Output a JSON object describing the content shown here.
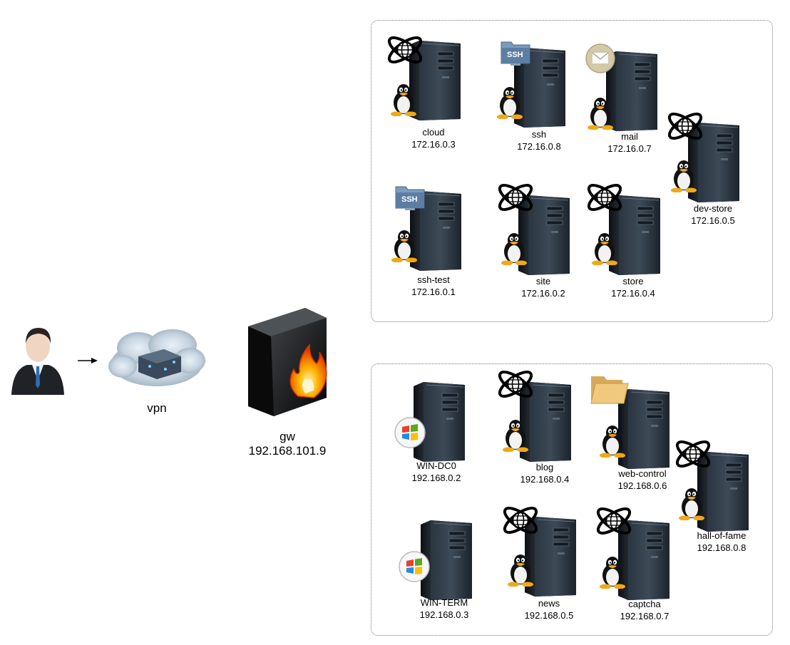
{
  "user": {
    "icon": "user-businessman-icon"
  },
  "vpn": {
    "name": "vpn",
    "icon": "vpn-cloud-icon"
  },
  "gw": {
    "name": "gw",
    "ip": "192.168.101.9",
    "icon": "firewall-icon"
  },
  "network_172": {
    "hosts": [
      {
        "id": "cloud",
        "name": "cloud",
        "ip": "172.16.0.3",
        "os": "linux",
        "service": "web"
      },
      {
        "id": "ssh",
        "name": "ssh",
        "ip": "172.16.0.8",
        "os": "linux",
        "service": "ssh"
      },
      {
        "id": "mail",
        "name": "mail",
        "ip": "172.16.0.7",
        "os": "linux",
        "service": "mail"
      },
      {
        "id": "dev-store",
        "name": "dev-store",
        "ip": "172.16.0.5",
        "os": "linux",
        "service": "web"
      },
      {
        "id": "ssh-test",
        "name": "ssh-test",
        "ip": "172.16.0.1",
        "os": "linux",
        "service": "ssh"
      },
      {
        "id": "site",
        "name": "site",
        "ip": "172.16.0.2",
        "os": "linux",
        "service": "web"
      },
      {
        "id": "store",
        "name": "store",
        "ip": "172.16.0.4",
        "os": "linux",
        "service": "web"
      }
    ]
  },
  "network_192": {
    "hosts": [
      {
        "id": "win-dc0",
        "name": "WIN-DC0",
        "ip": "192.168.0.2",
        "os": "windows",
        "service": "none"
      },
      {
        "id": "blog",
        "name": "blog",
        "ip": "192.168.0.4",
        "os": "linux",
        "service": "web"
      },
      {
        "id": "web-control",
        "name": "web-control",
        "ip": "192.168.0.6",
        "os": "linux",
        "service": "folder"
      },
      {
        "id": "hall-of-fame",
        "name": "hall-of-fame",
        "ip": "192.168.0.8",
        "os": "linux",
        "service": "web"
      },
      {
        "id": "win-term",
        "name": "WIN-TERM",
        "ip": "192.168.0.3",
        "os": "windows",
        "service": "none"
      },
      {
        "id": "news",
        "name": "news",
        "ip": "192.168.0.5",
        "os": "linux",
        "service": "web"
      },
      {
        "id": "captcha",
        "name": "captcha",
        "ip": "192.168.0.7",
        "os": "linux",
        "service": "web"
      }
    ]
  }
}
